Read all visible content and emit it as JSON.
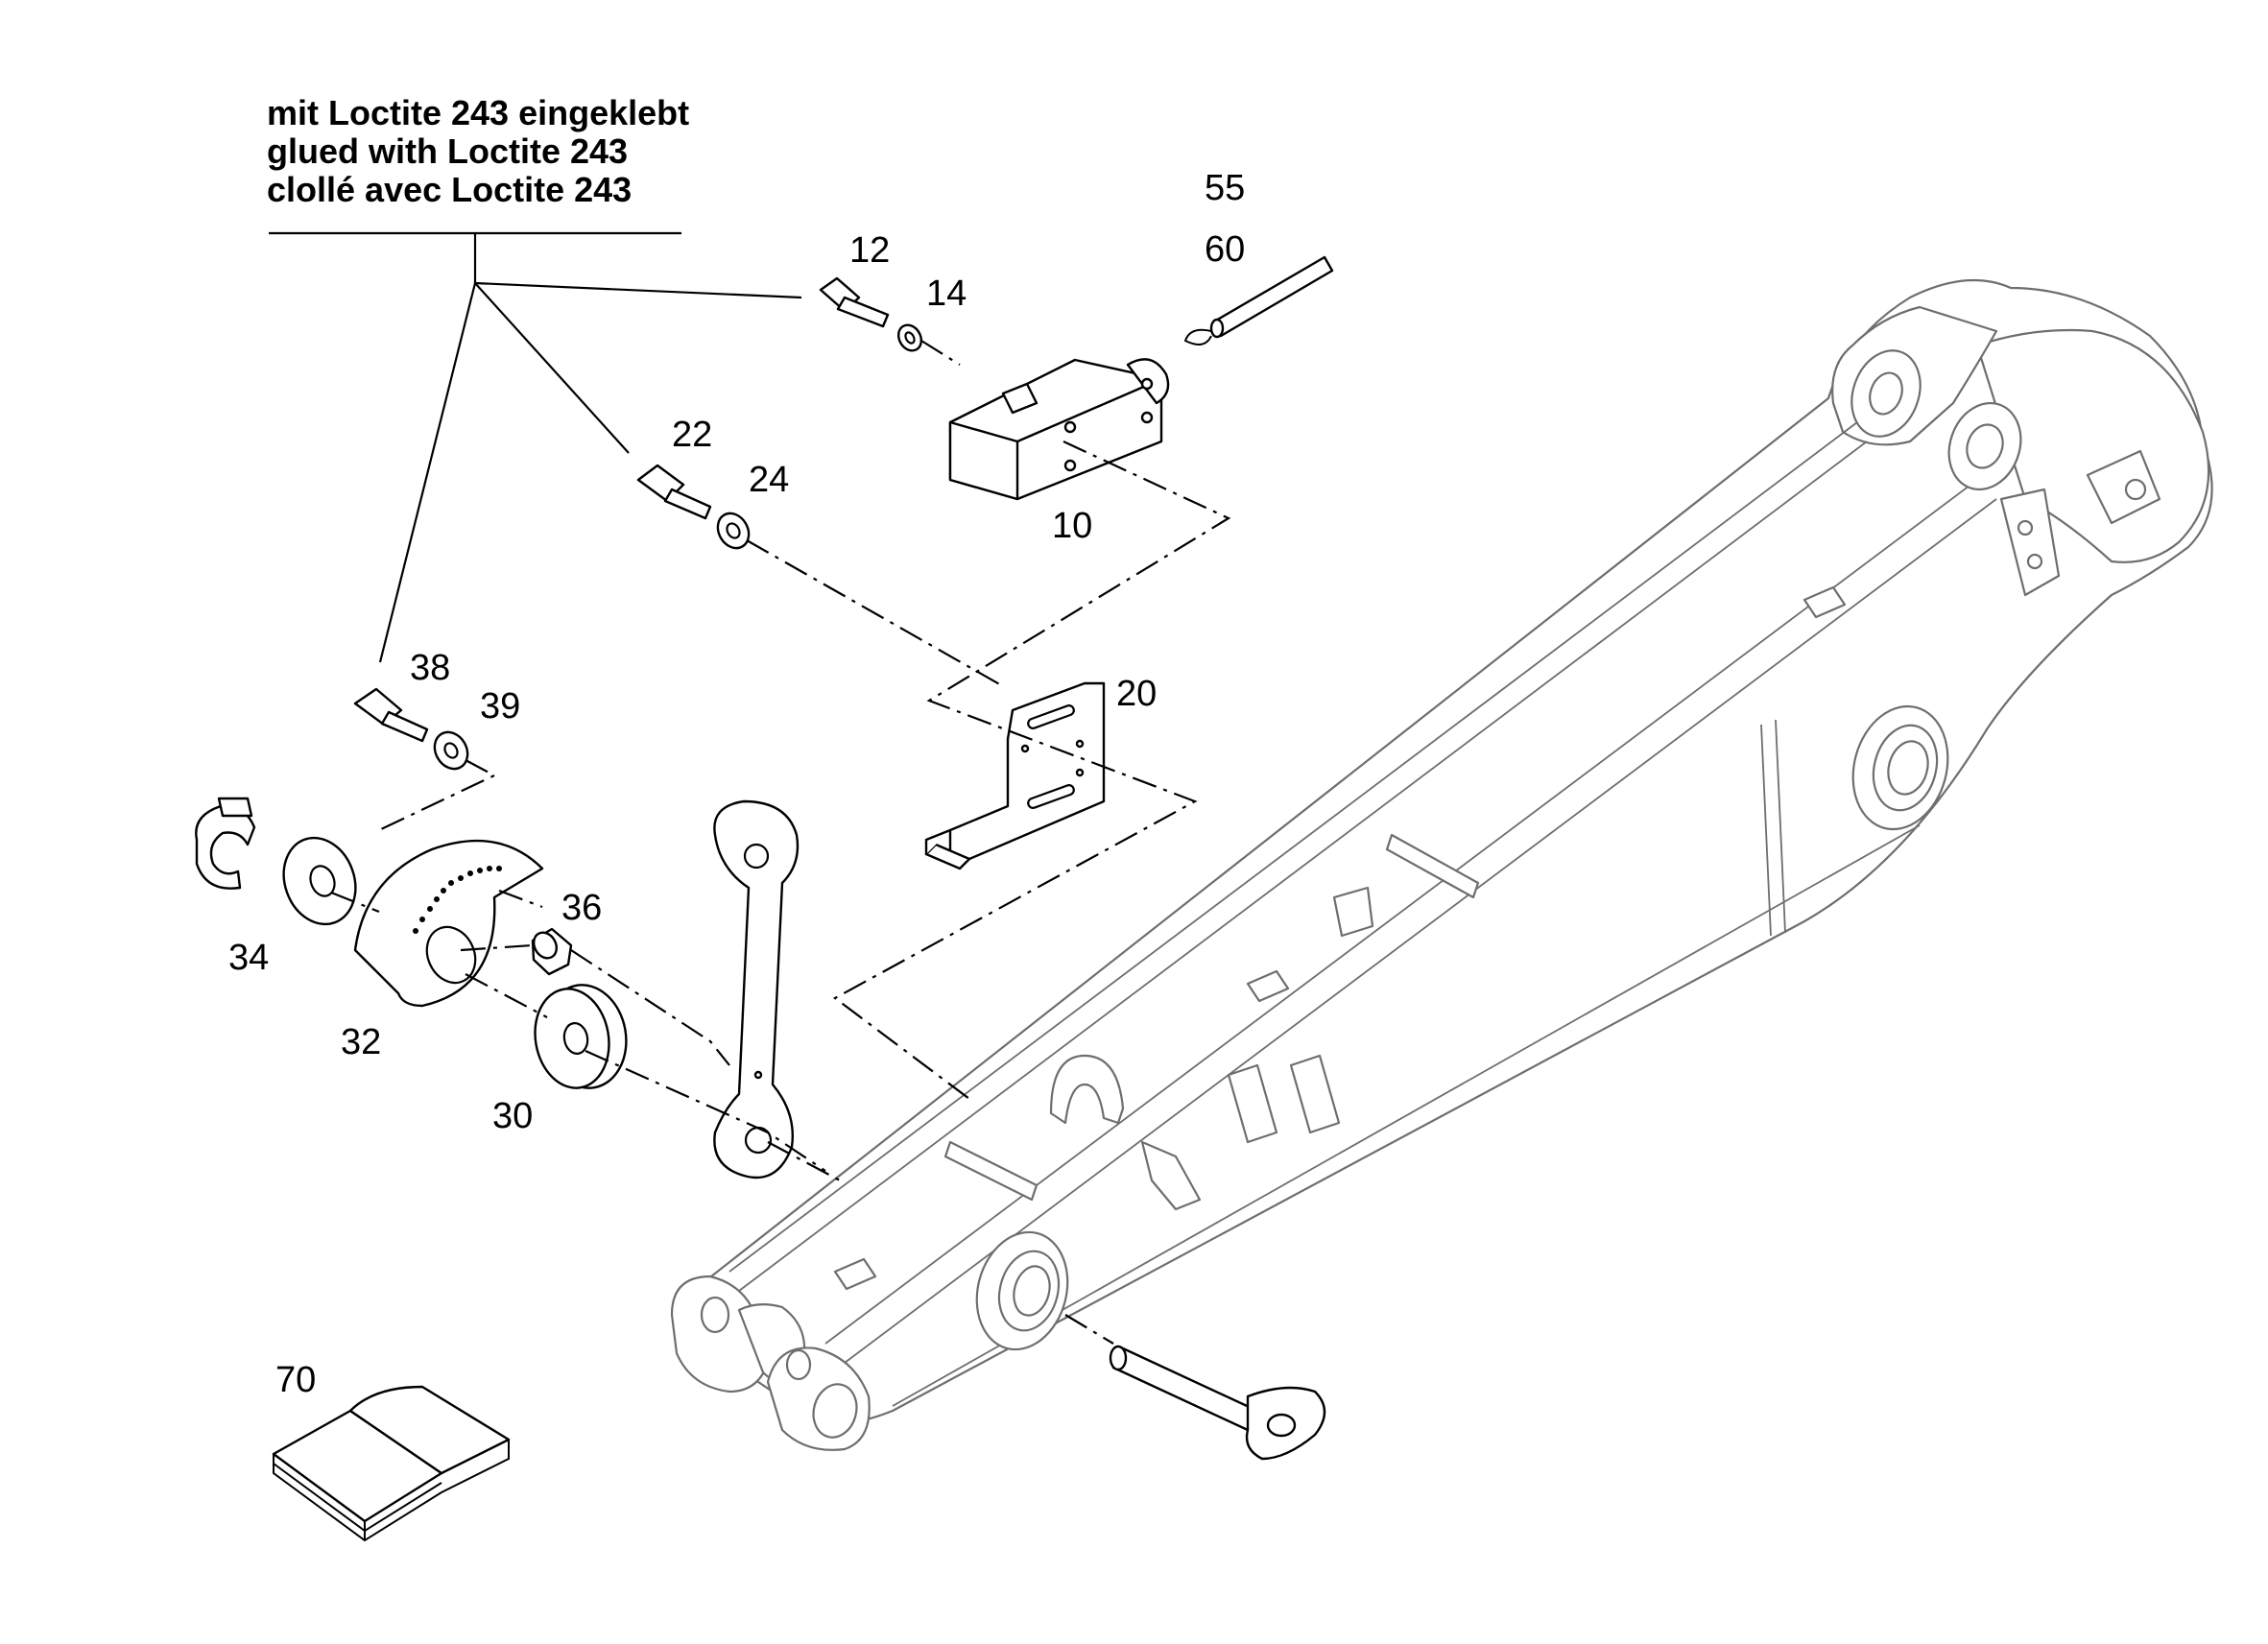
{
  "note": {
    "line_de": "mit Loctite 243 eingeklebt",
    "line_en": "glued with Loctite 243",
    "line_fr": "clollé avec Loctite 243"
  },
  "parts": {
    "p10": "10",
    "p12": "12",
    "p14": "14",
    "p20": "20",
    "p22": "22",
    "p24": "24",
    "p30": "30",
    "p32": "32",
    "p34": "34",
    "p36": "36",
    "p38": "38",
    "p39": "39",
    "p55": "55",
    "p60": "60",
    "p70": "70"
  }
}
